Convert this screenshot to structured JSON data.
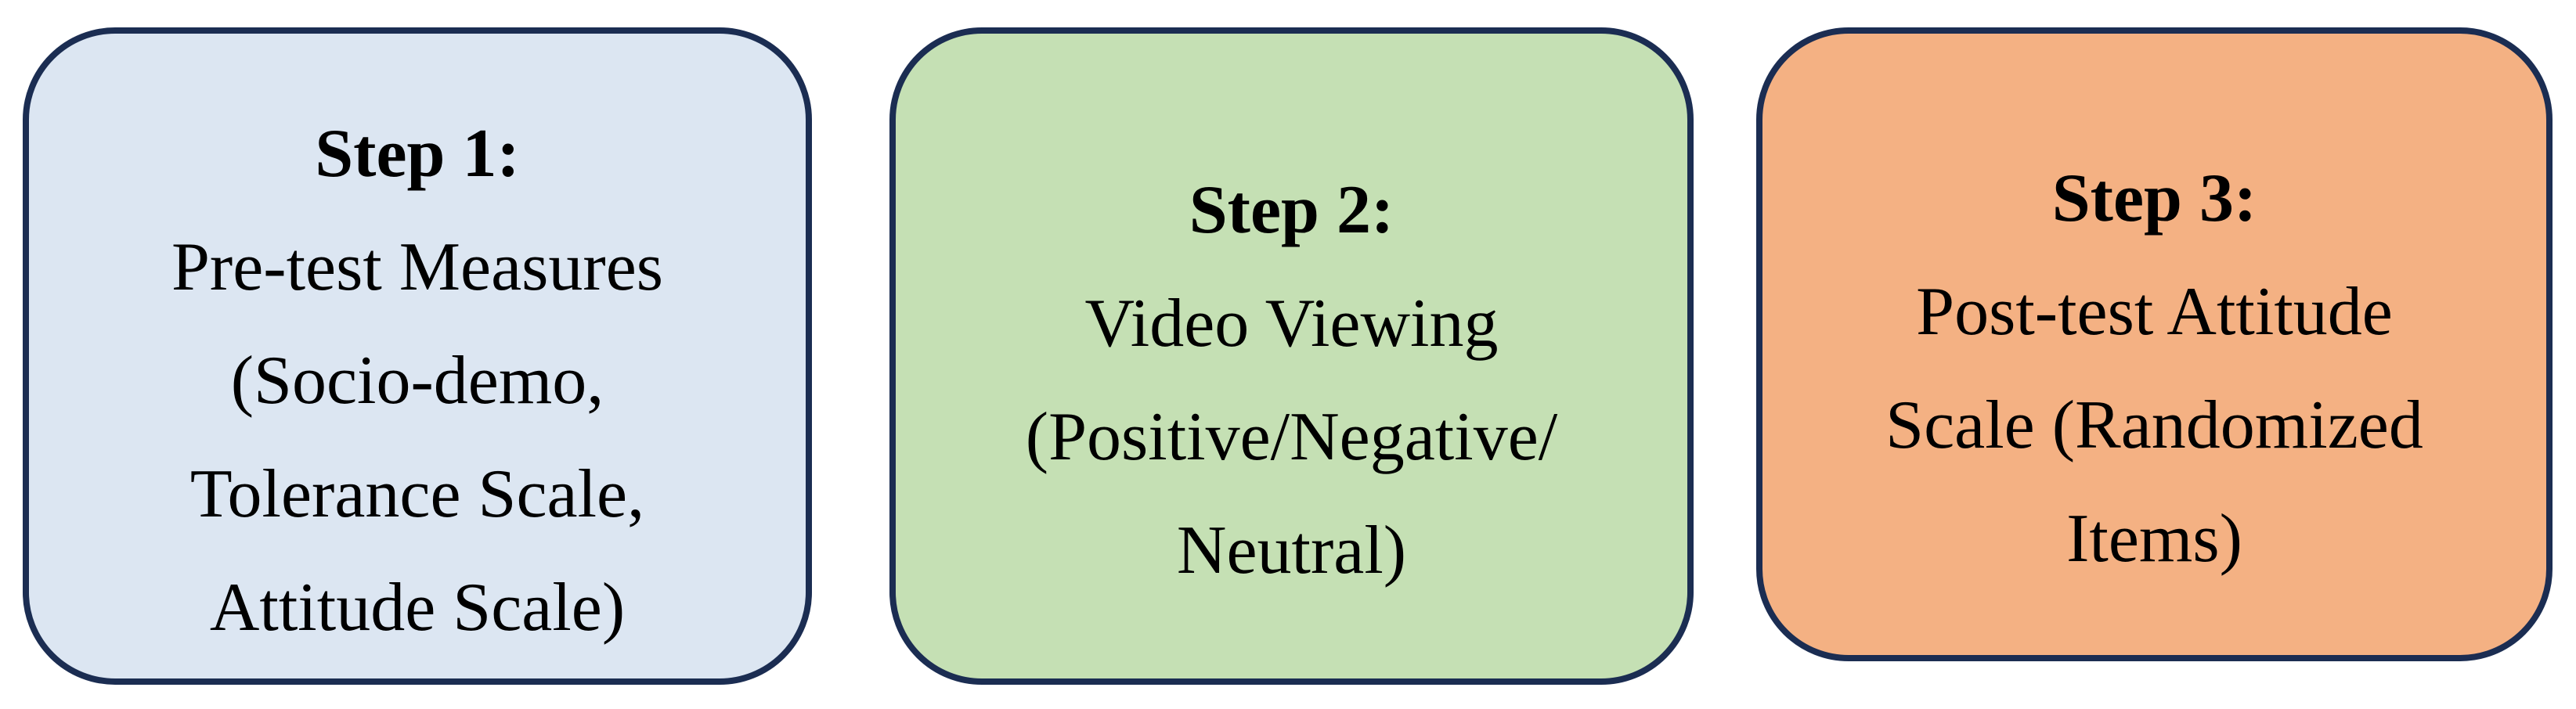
{
  "figure": {
    "description_colors": {
      "border": "#1b2d52",
      "text": "#000000",
      "background": "#ffffff"
    },
    "boxes": [
      {
        "title": "Step 1:",
        "lines": [
          "Pre-test Measures",
          "(Socio-demo,",
          "Tolerance Scale,",
          "Attitude Scale)"
        ],
        "fill": "#dce6f2"
      },
      {
        "title": "Step 2:",
        "lines": [
          "Video Viewing",
          "(Positive/Negative/",
          "Neutral)"
        ],
        "fill": "#c5e0b4"
      },
      {
        "title": "Step 3:",
        "lines": [
          "Post-test Attitude",
          "Scale (Randomized",
          "Items)"
        ],
        "fill": "#f4b183"
      }
    ]
  }
}
